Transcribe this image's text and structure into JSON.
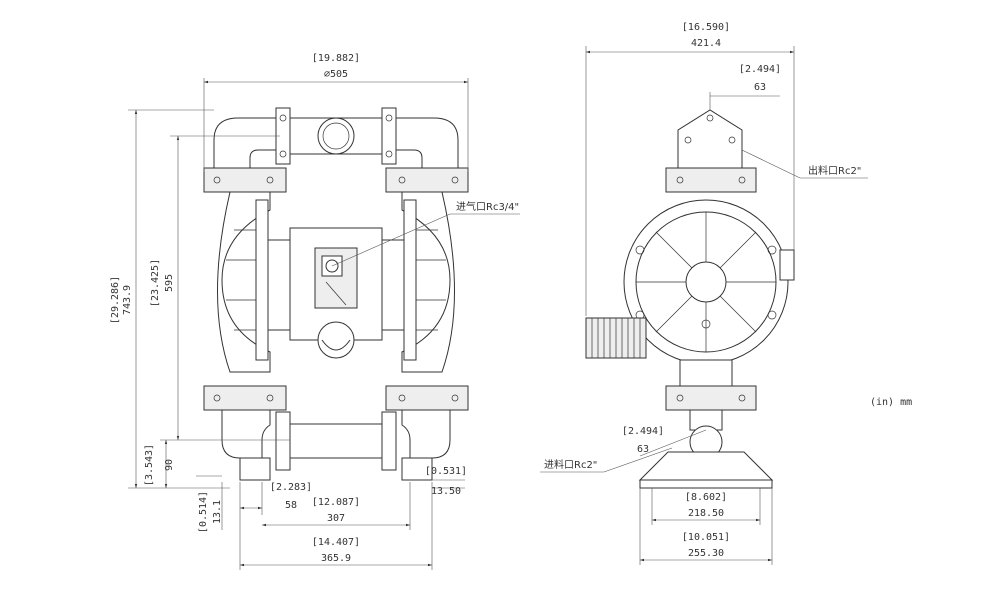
{
  "front_view": {
    "dim_total_width": {
      "in": "[19.882]",
      "mm": "⌀505"
    },
    "dim_total_height": {
      "in": "[29.286]",
      "mm": "743.9"
    },
    "dim_center_height": {
      "in": "[23.425]",
      "mm": "595"
    },
    "dim_inlet_height": {
      "in": "[3.543]",
      "mm": "90"
    },
    "dim_foot_offset": {
      "in": "[0.514]",
      "mm": "13.1"
    },
    "dim_inlet_offset": {
      "in": "[2.283]",
      "mm": "58"
    },
    "dim_mid_width": {
      "in": "[12.087]",
      "mm": "307"
    },
    "dim_base_width": {
      "in": "[14.407]",
      "mm": "365.9"
    },
    "dim_foot_thickness": {
      "in": "[0.531]",
      "mm": "13.50"
    },
    "air_inlet_label": "进气口Rc3/4\""
  },
  "side_view": {
    "dim_overall_width": {
      "in": "[16.590]",
      "mm": "421.4"
    },
    "dim_outlet_offset": {
      "in": "[2.494]",
      "mm": "63"
    },
    "dim_inlet_offset": {
      "in": "[2.494]",
      "mm": "63"
    },
    "dim_inner_base": {
      "in": "[8.602]",
      "mm": "218.50"
    },
    "dim_outer_base": {
      "in": "[10.051]",
      "mm": "255.30"
    },
    "outlet_label": "出料口Rc2\"",
    "inlet_label": "进料口Rc2\""
  },
  "units_note": "(in) mm"
}
